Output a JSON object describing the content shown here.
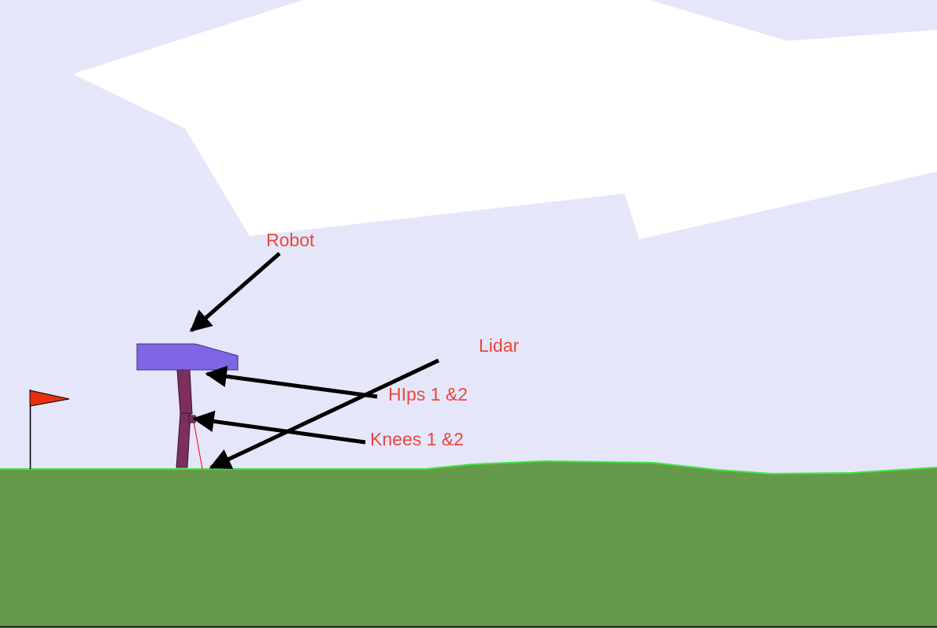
{
  "annotations": {
    "robot": "Robot",
    "lidar": "Lidar",
    "hips": "HIps 1 &2",
    "knees": "Knees 1 &2"
  },
  "colors": {
    "sky": "#e6e6fa",
    "cloud": "#ffffff",
    "terrain": "#659a4a",
    "terrain_edge": "#3ee63e",
    "hull": "#7f66e5",
    "leg": "#7c2f5f",
    "flag": "#e8300f",
    "lidar_ray": "#ff0000",
    "label": "#e8483c",
    "arrow": "#000000"
  }
}
